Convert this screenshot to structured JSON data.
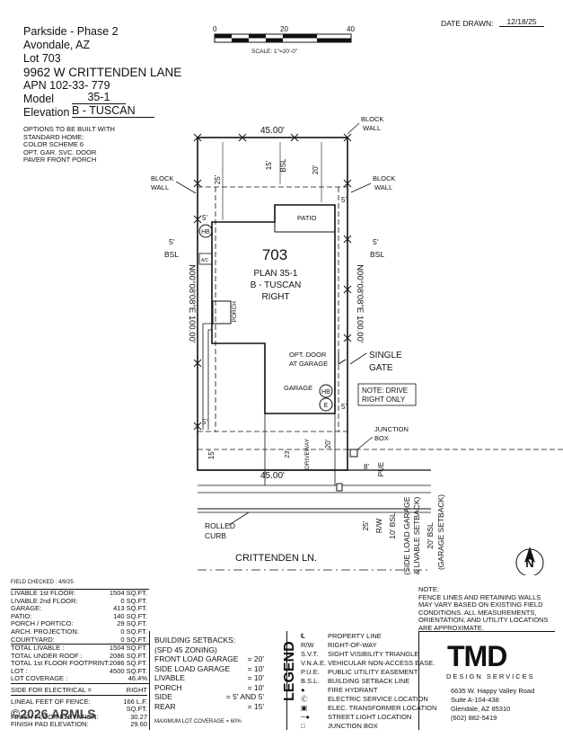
{
  "header": {
    "line1": "Parkside - Phase 2",
    "line2": "Avondale, AZ",
    "line3": "Lot 703",
    "line4": "9962 W CRITTENDEN LANE",
    "line5": "APN 102-33- 779",
    "model_label": "Model",
    "model_value": "35-1",
    "elevation_label": "Elevation",
    "elevation_value": "B - TUSCAN",
    "date_label": "DATE DRAWN:",
    "date_value": "12/18/25"
  },
  "options": {
    "line1": "OPTIONS TO BE BUILT WITH",
    "line2": "STANDARD HOME:",
    "line3": "COLOR SCHEME 6",
    "line4": "OPT. GAR. SVC. DOOR",
    "line5": "PAVER FRONT PORCH"
  },
  "scale": {
    "t0": "0",
    "t20": "20",
    "t40": "40",
    "label": "SCALE:  1\"=20'-0\""
  },
  "plan": {
    "lot_number": "703",
    "plan_line": "PLAN 35-1",
    "elev_line": "B - TUSCAN",
    "hand_line": "RIGHT",
    "patio": "PATIO",
    "porch": "PORCH",
    "garage": "GARAGE",
    "opt_door_1": "OPT. DOOR",
    "opt_door_2": "AT GARAGE",
    "single_gate_1": "SINGLE",
    "single_gate_2": "GATE",
    "note_drive_1": "NOTE: DRIVE",
    "note_drive_2": "RIGHT ONLY",
    "block_wall_a1": "BLOCK",
    "block_wall_a2": "WALL",
    "block_wall_b1": "BLOCK",
    "block_wall_b2": "WALL",
    "block_wall_c1": "BLOCK",
    "block_wall_c2": "WALL",
    "junction_1": "JUNCTION",
    "junction_2": "BOX",
    "dim_top": "45.00'",
    "dim_bottom": "45.00'",
    "bearing_left": "N00°08'08\"E 100.00'",
    "bearing_right": "N00°08'08\"E 100.00'",
    "bsl_15": "15'",
    "bsl_15_label": "BSL",
    "dim_20_top": "20'",
    "dim_25_left": "25'",
    "dim_5_a": "5'",
    "dim_5_b": "5'",
    "dim_5_c": "5'",
    "dim_5_d": "5'",
    "dim_5_left": "5'",
    "bsl_left": "BSL",
    "dim_5_right": "5'",
    "bsl_right": "BSL",
    "dim_15_bottom": "15'",
    "dim_23": "23'",
    "driveway": "DRIVEWAY",
    "dim_20_bottom": "20'",
    "dim_8": "8'",
    "pue": "PUE",
    "dim_25_rw": "25'",
    "rw": "R/W",
    "bsl_10": "10' BSL",
    "side_load_1": "(SIDE LOAD GARAGE",
    "side_load_2": "& LIVABLE SETBACK)",
    "bsl_20": "20' BSL",
    "garage_setback": "(GARAGE SETBACK)",
    "rolled_1": "ROLLED",
    "rolled_2": "CURB",
    "street": "CRITTENDEN LN.",
    "hb": "HB",
    "ac": "A/C",
    "e": "E",
    "north": "N"
  },
  "notes": {
    "title": "NOTE:",
    "line1": "FENCE LINES AND RETAINING WALLS",
    "line2": "MAY VARY BASED ON EXISTING FIELD",
    "line3": "CONDITIONS.  ALL MEASUREMENTS,",
    "line4": "ORIENTATION, AND UTILITY LOCATIONS",
    "line5": "ARE APPROXIMATE."
  },
  "field_checked": "FIELD CHECKED : 4/9/25",
  "areas": [
    {
      "label": "LIVABLE 1st FLOOR:",
      "value": "1504 SQ.FT."
    },
    {
      "label": "LIVABLE 2nd FLOOR:",
      "value": "0 SQ.FT."
    },
    {
      "label": "GARAGE:",
      "value": "413 SQ.FT."
    },
    {
      "label": "PATIO:",
      "value": "140 SQ.FT."
    },
    {
      "label": "PORCH / PORTICO:",
      "value": "29 SQ.FT."
    },
    {
      "label": "ARCH. PROJECTION:",
      "value": "0 SQ.FT."
    },
    {
      "label": "COURTYARD:",
      "value": "0 SQ.FT."
    }
  ],
  "totals": [
    {
      "label": "TOTAL LIVABLE :",
      "value": "1504 SQ.FT."
    },
    {
      "label": "TOTAL UNDER ROOF :",
      "value": "2086 SQ.FT."
    },
    {
      "label": "TOTAL 1st FLOOR FOOTPRINT:",
      "value": "2086 SQ.FT."
    },
    {
      "label": "LOT :",
      "value": "4500 SQ.FT."
    },
    {
      "label": "LOT COVERAGE :",
      "value": "46.4%"
    }
  ],
  "electrical": {
    "label": "SIDE FOR ELECTRICAL =",
    "value": "RIGHT"
  },
  "fence": {
    "label": "LINEAL FEET OF FENCE:",
    "value": "166 L.F."
  },
  "sq_row": {
    "label": "",
    "value": "SQ.FT."
  },
  "finish_floor": {
    "label": "FINISH FLOOR ELEVATION:",
    "value": "30.27"
  },
  "finish_pad": {
    "label": "FINISH PAD ELEVATION:",
    "value": "29.60"
  },
  "setbacks": {
    "title": "BUILDING SETBACKS:",
    "zoning": "(SFD 45 ZONING)",
    "rows": [
      {
        "label": "FRONT LOAD GARAGE",
        "value": "= 20'"
      },
      {
        "label": "SIDE LOAD GARAGE",
        "value": "= 10'"
      },
      {
        "label": "LIVABLE",
        "value": "= 10'"
      },
      {
        "label": "PORCH",
        "value": "= 10'"
      },
      {
        "label": "SIDE",
        "value": "= 5' AND 5'"
      },
      {
        "label": "REAR",
        "value": "= 15'"
      }
    ],
    "max_coverage": "MAXIMUM LOT COVERAGE = 60%"
  },
  "legend": {
    "title": "LEGEND",
    "items": [
      {
        "sym": "℄",
        "text": "PROPERTY LINE"
      },
      {
        "sym": "R/W",
        "text": "RIGHT-OF-WAY"
      },
      {
        "sym": "S.V.T.",
        "text": "SIGHT VISIBILITY TRIANGLE"
      },
      {
        "sym": "V.N.A.E.",
        "text": "VEHICULAR NON-ACCESS EASE."
      },
      {
        "sym": "P.U.E.",
        "text": "PUBLIC UTILITY EASEMENT"
      },
      {
        "sym": "B.S.L.",
        "text": "BUILDING SETBACK LINE"
      },
      {
        "sym": "",
        "text": "FIRE HYDRANT"
      },
      {
        "sym": "",
        "text": "ELECTRIC SERVICE LOCATION"
      },
      {
        "sym": "",
        "text": "ELEC. TRANSFORMER LOCATION"
      },
      {
        "sym": "",
        "text": "STREET LIGHT LOCATION"
      },
      {
        "sym": "",
        "text": "JUNCTION BOX"
      }
    ]
  },
  "company": {
    "logo": "TMD",
    "subtitle": "DESIGN SERVICES",
    "addr1": "6635 W. Happy Valley Road",
    "addr2": "Suite A-104-438",
    "addr3": "Glendale, AZ 85310",
    "phone": "(602) 882-5419"
  },
  "watermark": "©2026 ARMLS"
}
